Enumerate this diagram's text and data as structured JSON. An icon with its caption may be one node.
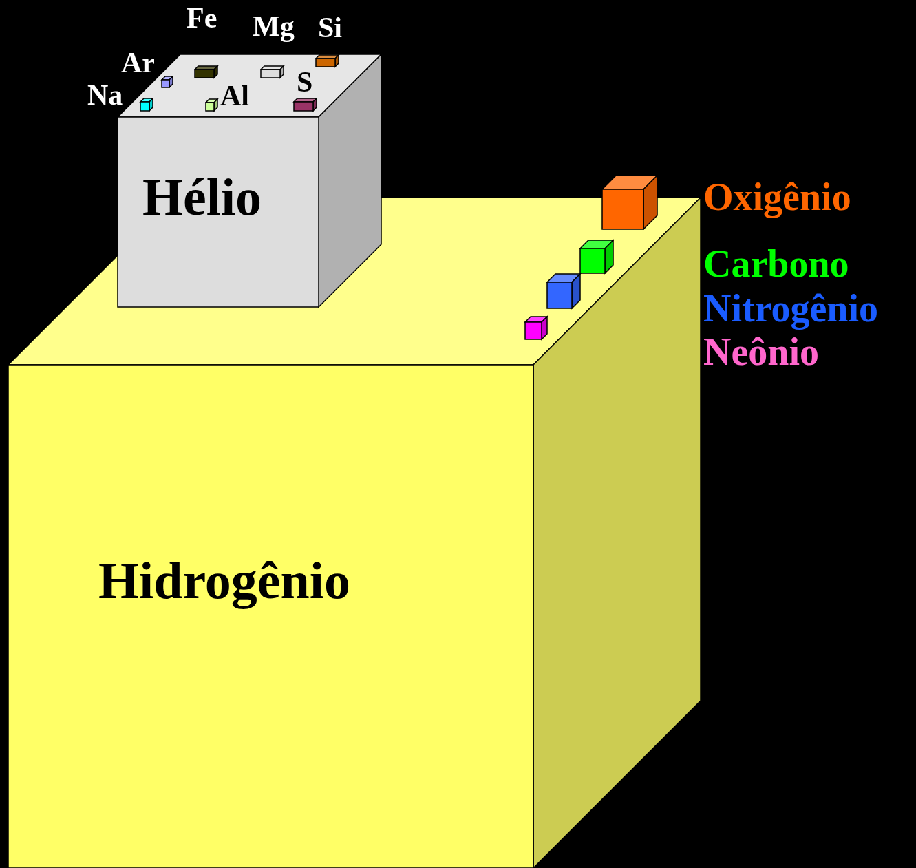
{
  "diagram": {
    "nodes": [
      {
        "text": [
          "Hidrogênio"
        ]
      },
      {
        "text": [
          "Hélio"
        ]
      },
      {
        "text": [],
        "shape": "box"
      },
      {
        "text": [],
        "shape": "box",
        "beside": [
          "Ar"
        ]
      },
      {
        "text": [],
        "shape": "box",
        "beside": [
          "Fe"
        ]
      },
      {
        "text": [],
        "shape": "box",
        "beside": [
          "Al"
        ]
      },
      {
        "text": [],
        "shape": "box",
        "beside": [
          "Mg"
        ]
      },
      {
        "text": [],
        "shape": "box",
        "beside": [
          "S"
        ]
      },
      {
        "text": [],
        "shape": "box",
        "beside": [
          "Si"
        ]
      },
      {
        "text": [],
        "shape": "box"
      },
      {
        "text": [],
        "shape": "box"
      },
      {
        "text": [],
        "shape": "box"
      },
      {
        "text": [],
        "shape": "box"
      }
    ],
    "labels": [
      "Na",
      "Oxigênio",
      "Carbono",
      "Nitrogênio",
      "Neônio"
    ]
  }
}
